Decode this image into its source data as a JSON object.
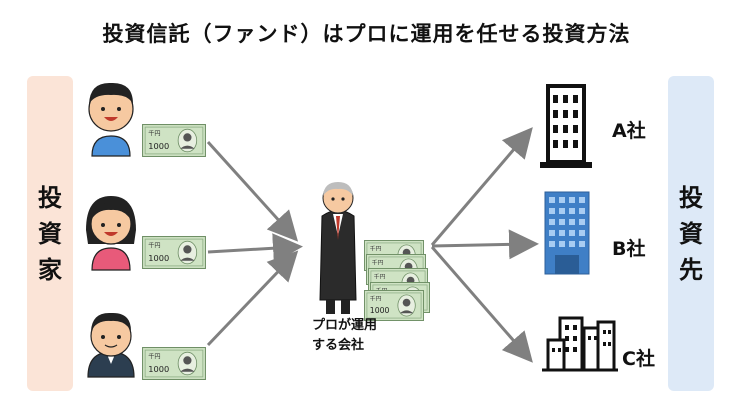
{
  "title": "投資信託（ファンド）はプロに運用を任せる投資方法",
  "investor_box": {
    "chars": [
      "投",
      "資",
      "家"
    ]
  },
  "destination_box": {
    "chars": [
      "投",
      "資",
      "先"
    ]
  },
  "fund_manager": {
    "label_line1": "プロが運用",
    "label_line2": "する会社"
  },
  "companies": [
    {
      "label": "A社"
    },
    {
      "label": "B社"
    },
    {
      "label": "C社"
    }
  ],
  "banknote": {
    "corner_text": "千円",
    "value_text": "1000"
  },
  "colors": {
    "investor_bg": "#fbe4d7",
    "destination_bg": "#dde9f7",
    "arrow": "#808080",
    "banknote_green": "#cfe3c4",
    "building_blue": "#3f7fc6"
  }
}
